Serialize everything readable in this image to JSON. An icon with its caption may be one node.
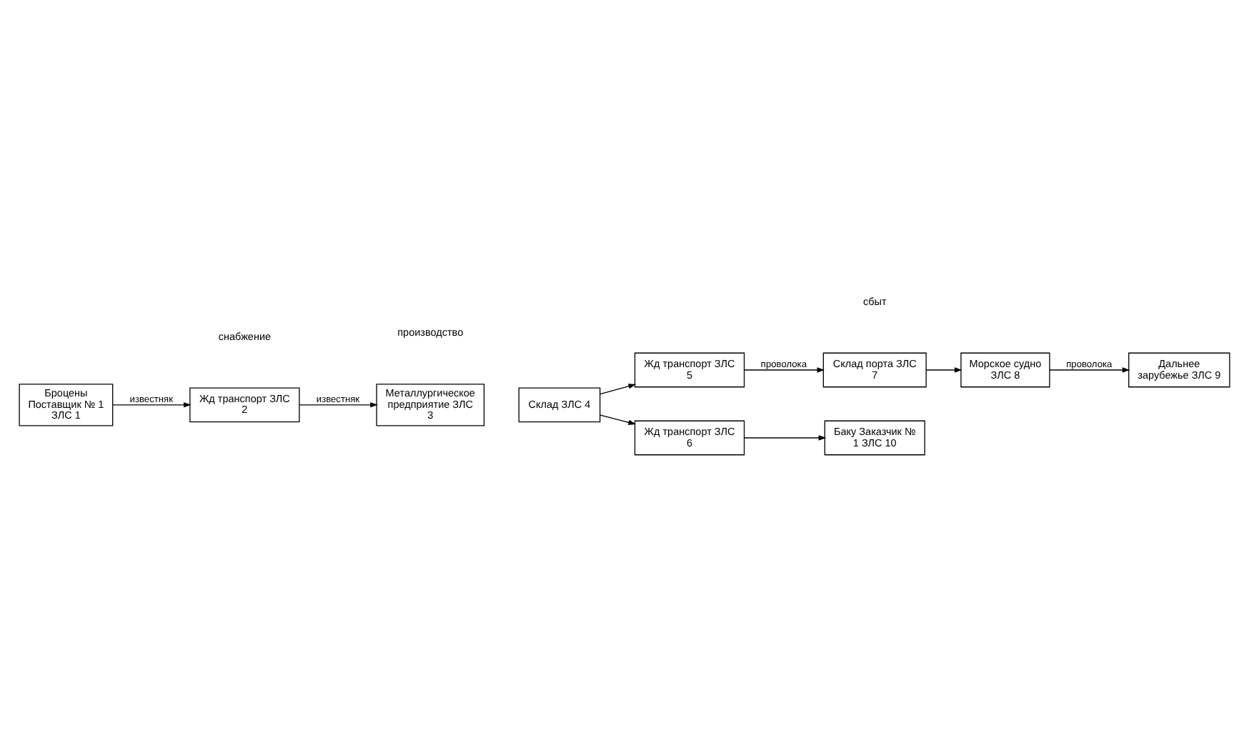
{
  "diagram": {
    "nodes": [
      {
        "text": [
          "Броцены Поставщик № 1 ЗЛС 1"
        ]
      },
      {
        "text": [
          "Жд транспорт ЗЛС 2"
        ]
      },
      {
        "text": [
          "Металлургическое предприятие ЗЛС 3"
        ]
      },
      {
        "text": [
          "Склад ЗЛС 4"
        ]
      },
      {
        "text": [
          "Жд транспорт ЗЛС 5"
        ]
      },
      {
        "text": [
          "Жд транспорт ЗЛС 6"
        ]
      },
      {
        "text": [
          "Склад порта ЗЛС 7"
        ]
      },
      {
        "text": [
          "Морское судно ЗЛС 8"
        ]
      },
      {
        "text": [
          "Дальнее зарубежье ЗЛС 9"
        ]
      },
      {
        "text": [
          "Баку Заказчик № 1 ЗЛС 10"
        ]
      }
    ],
    "edges": [
      {
        "from": 0,
        "to": 1,
        "arrow": "to",
        "label": "известняк"
      },
      {
        "from": 1,
        "to": 2,
        "arrow": "to",
        "label": "известняк"
      },
      {
        "from": 3,
        "to": 4,
        "arrow": "to"
      },
      {
        "from": 3,
        "to": 5,
        "arrow": "to"
      },
      {
        "from": 4,
        "to": 6,
        "arrow": "to",
        "label": "проволока"
      },
      {
        "from": 6,
        "to": 7,
        "arrow": "to"
      },
      {
        "from": 7,
        "to": 8,
        "arrow": "to",
        "label": "проволока"
      },
      {
        "from": 5,
        "to": 9,
        "arrow": "to"
      }
    ],
    "labels": [
      "снабжение",
      "производство",
      "сбыт"
    ]
  }
}
